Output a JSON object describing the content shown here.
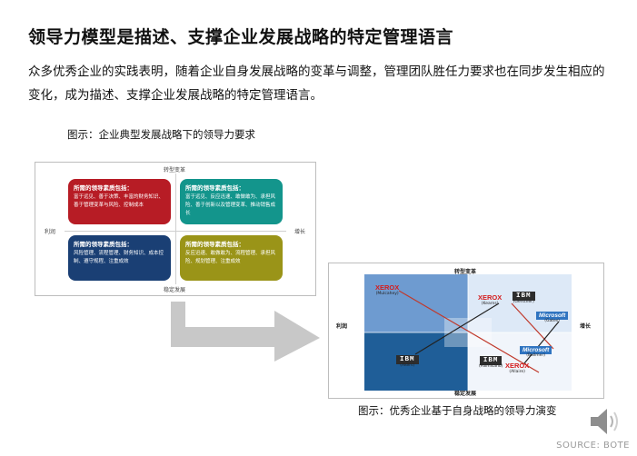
{
  "title": "领导力模型是描述、支撑企业发展战略的特定管理语言",
  "intro": "众多优秀企业的实践表明，随着企业自身发展战略的变革与调整，管理团队胜任力要求也在同步发生相应的变化，成为描述、支撑企业发展战略的特定管理语言。",
  "figure1": {
    "caption": "图示：企业典型发展战略下的领导力要求",
    "axis_top": "转型变革",
    "axis_bottom": "稳定发展",
    "axis_left": "利润",
    "axis_right": "增长",
    "quadrants": [
      {
        "heading": "所需的领导素质包括：",
        "body": "富于远见、善于决策、丰富的财务知识、善于管理变革与风险、控制成本",
        "color": "#b71c25"
      },
      {
        "heading": "所需的领导素质包括：",
        "body": "富于远见、反应迅速、敢做敢为、承担风险、善于创新以及管理变革、推动销售成长",
        "color": "#13958c"
      },
      {
        "heading": "所需的领导素质包括：",
        "body": "风险管理、流程管理、财务知识、成本控制、遵守规程、注重成效",
        "color": "#1a3f74"
      },
      {
        "heading": "所需的领导素质包括：",
        "body": "反应迅速、敢做敢为、流程管理、承担风险、规划管理、注重成效",
        "color": "#9a9418"
      }
    ]
  },
  "figure2": {
    "caption": "图示：优秀企业基于自身战略的领导力演变",
    "axis_top": "转型变革",
    "axis_bottom": "稳定发展",
    "axis_left": "利润",
    "axis_right": "增长",
    "logos": [
      {
        "name": "XEROX",
        "sub": "(Mulcahey)",
        "kind": "xerox"
      },
      {
        "name": "XEROX",
        "sub": "(Kearns)",
        "kind": "xerox"
      },
      {
        "name": "IBM",
        "sub": "(Gerstner)",
        "kind": "ibm"
      },
      {
        "name": "Microsoft",
        "sub": "(Gates)",
        "kind": "ms"
      },
      {
        "name": "Microsoft",
        "sub": "(Ballmer)",
        "kind": "ms"
      },
      {
        "name": "IBM",
        "sub": "(Akers)",
        "kind": "ibm"
      },
      {
        "name": "IBM",
        "sub": "(Palmisano)",
        "kind": "ibm"
      },
      {
        "name": "XEROX",
        "sub": "(Allaire)",
        "kind": "xerox"
      }
    ]
  },
  "source": "SOURCE: BOTE",
  "icons": {
    "speaker": "speaker-icon",
    "arrow": "transition-arrow-icon"
  }
}
